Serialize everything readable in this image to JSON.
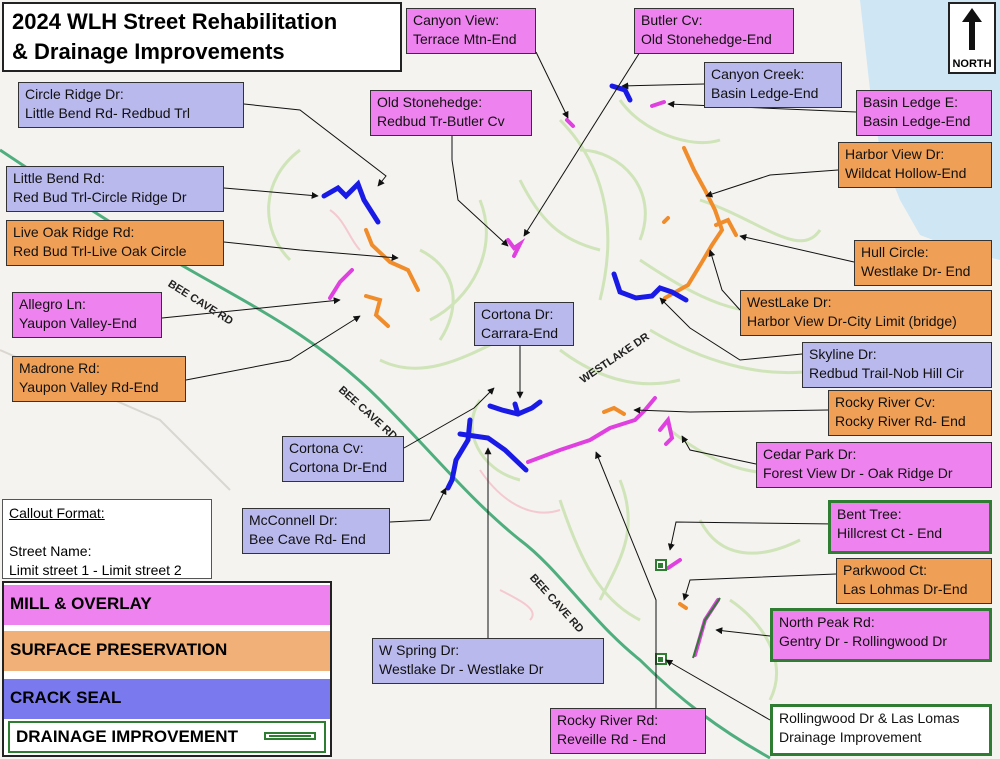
{
  "title": {
    "line1": "2024 WLH Street Rehabilitation",
    "line2": "& Drainage Improvements"
  },
  "north_label": "NORTH",
  "road_labels": [
    "BEE CAVE RD",
    "BEE CAVE RD",
    "BEE CAVE RD",
    "WESTLAKE DR"
  ],
  "callout_format": {
    "heading": "Callout Format:",
    "line1": "Street Name:",
    "line2": "Limit street 1 - Limit street 2"
  },
  "legend": {
    "mill": "MILL & OVERLAY",
    "surface": "SURFACE PRESERVATION",
    "crack": "CRACK SEAL",
    "drainage": "DRAINAGE IMPROVEMENT"
  },
  "colors": {
    "mill": "#ee82ee",
    "surface": "#f0a056",
    "crack": "#1a1ae6",
    "drainage": "#2e7d32",
    "road": "#4fae7e"
  },
  "labels": [
    {
      "id": "canyon-view",
      "type": "mill",
      "line1": "Canyon View:",
      "line2": "Terrace Mtn-End"
    },
    {
      "id": "butler-cv",
      "type": "mill",
      "line1": "Butler Cv:",
      "line2": "Old Stonehedge-End"
    },
    {
      "id": "canyon-creek",
      "type": "crack",
      "line1": "Canyon Creek:",
      "line2": "Basin Ledge-End"
    },
    {
      "id": "basin-ledge-e",
      "type": "mill",
      "line1": "Basin Ledge E:",
      "line2": "Basin Ledge-End"
    },
    {
      "id": "circle-ridge",
      "type": "crack",
      "line1": "Circle Ridge Dr:",
      "line2": "Little Bend Rd- Redbud Trl"
    },
    {
      "id": "old-stonehedge",
      "type": "mill",
      "line1": "Old Stonehedge:",
      "line2": "Redbud Tr-Butler Cv"
    },
    {
      "id": "harbor-view",
      "type": "surface",
      "line1": "Harbor View Dr:",
      "line2": "Wildcat Hollow-End"
    },
    {
      "id": "little-bend",
      "type": "crack",
      "line1": "Little Bend Rd:",
      "line2": "Red Bud Trl-Circle Ridge Dr"
    },
    {
      "id": "live-oak-ridge",
      "type": "surface",
      "line1": "Live Oak Ridge Rd:",
      "line2": "Red Bud Trl-Live Oak Circle"
    },
    {
      "id": "hull-circle",
      "type": "surface",
      "line1": "Hull Circle:",
      "line2": "Westlake Dr- End"
    },
    {
      "id": "allegro",
      "type": "mill",
      "line1": "Allegro Ln:",
      "line2": "Yaupon Valley-End"
    },
    {
      "id": "westlake-dr",
      "type": "surface",
      "line1": "WestLake Dr:",
      "line2": "Harbor View Dr-City Limit (bridge)"
    },
    {
      "id": "cortona-dr",
      "type": "crack",
      "line1": "Cortona Dr:",
      "line2": "Carrara-End"
    },
    {
      "id": "madrone",
      "type": "surface",
      "line1": "Madrone Rd:",
      "line2": "Yaupon Valley Rd-End"
    },
    {
      "id": "skyline",
      "type": "crack",
      "line1": "Skyline Dr:",
      "line2": "Redbud Trail-Nob Hill Cir"
    },
    {
      "id": "rocky-river-cv",
      "type": "surface",
      "line1": "Rocky River Cv:",
      "line2": "Rocky River Rd- End"
    },
    {
      "id": "cortona-cv",
      "type": "crack",
      "line1": "Cortona Cv:",
      "line2": "Cortona Dr-End"
    },
    {
      "id": "cedar-park",
      "type": "mill",
      "line1": "Cedar Park Dr:",
      "line2": "Forest View Dr - Oak Ridge Dr"
    },
    {
      "id": "bent-tree",
      "type": "green",
      "line1": "Bent Tree:",
      "line2": "Hillcrest Ct - End"
    },
    {
      "id": "mcconnell",
      "type": "crack",
      "line1": "McConnell Dr:",
      "line2": "Bee Cave Rd- End"
    },
    {
      "id": "parkwood",
      "type": "surface",
      "line1": "Parkwood Ct:",
      "line2": "Las Lohmas Dr-End"
    },
    {
      "id": "north-peak",
      "type": "green",
      "line1": "North Peak Rd:",
      "line2": "Gentry Dr - Rollingwood Dr"
    },
    {
      "id": "w-spring",
      "type": "crack",
      "line1": "W Spring Dr:",
      "line2": "Westlake Dr - Westlake Dr"
    },
    {
      "id": "rocky-river-rd",
      "type": "mill",
      "line1": "Rocky River Rd:",
      "line2": "Reveille Rd - End"
    },
    {
      "id": "rollingwood",
      "type": "white",
      "line1": "Rollingwood Dr & Las Lomas",
      "line2": "Drainage Improvement"
    }
  ]
}
